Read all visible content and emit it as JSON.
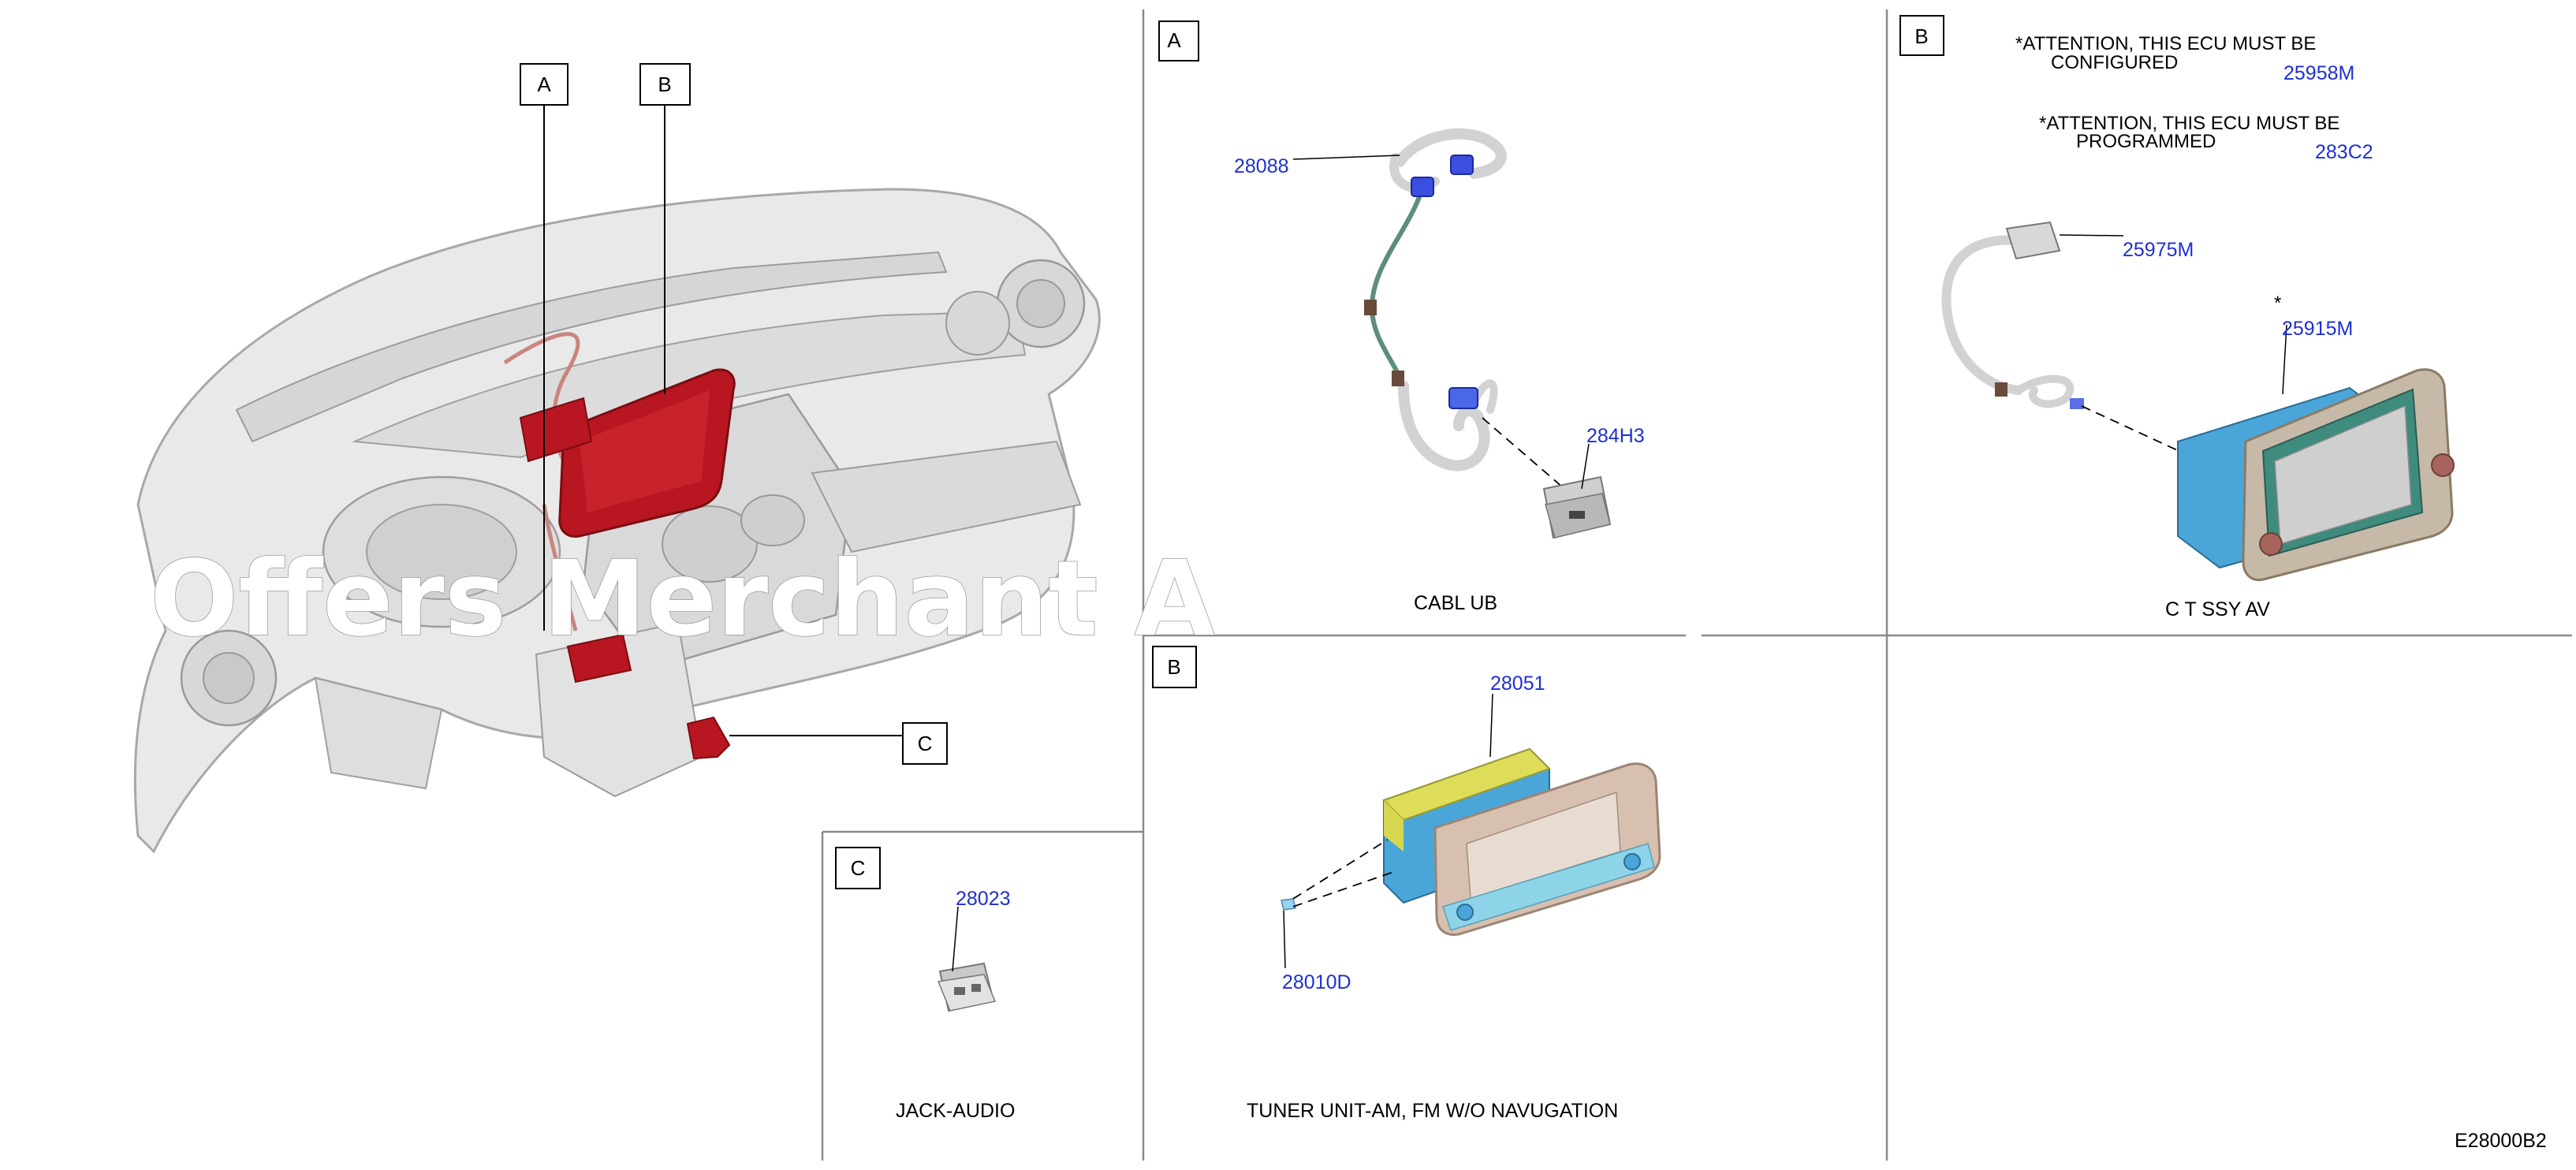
{
  "overview": {
    "callouts": [
      "A",
      "B",
      "C"
    ],
    "watermark": "Offers Merchant A"
  },
  "panels": {
    "A": {
      "letter": "A",
      "parts": [
        "28088",
        "284H3"
      ],
      "caption": "CABL UB"
    },
    "B_top": {
      "letter": "B",
      "attention1_line1": "*ATTENTION, THIS ECU MUST BE",
      "attention1_line2": "CONFIGURED",
      "attention1_part": "25958M",
      "attention2_line1": "*ATTENTION, THIS ECU MUST BE",
      "attention2_line2": "PROGRAMMED",
      "attention2_part": "283C2",
      "parts": [
        "25975M",
        "25915M"
      ],
      "star": "*",
      "caption": "C T SSY AV"
    },
    "B_bottom": {
      "letter": "B",
      "parts": [
        "28051",
        "28010D"
      ],
      "caption": "TUNER UNIT-AM, FM W/O NAVUGATION"
    },
    "C": {
      "letter": "C",
      "parts": [
        "28023"
      ],
      "caption": "JACK-AUDIO"
    }
  },
  "footer": {
    "code": "E28000B2"
  },
  "colors": {
    "part_number": "#1f2fd6",
    "highlight": "#b81620",
    "connector_blue": "#3a4fe0",
    "unit_blue": "#4aa6d8",
    "unit_yellow": "#dddd5a",
    "panel_line": "#8a8a8a"
  }
}
